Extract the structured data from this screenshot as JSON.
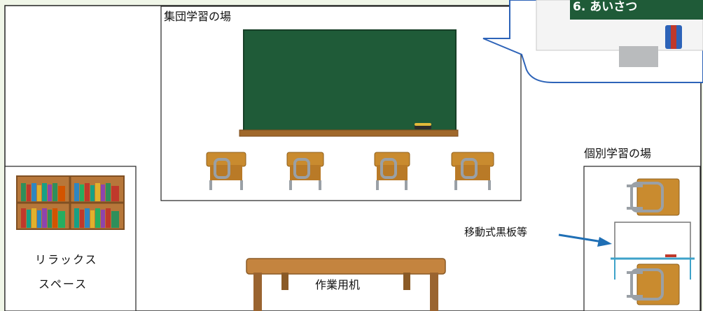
{
  "labels": {
    "group_area": "集団学習の場",
    "individual_area": "個別学習の場",
    "relax_line1": "リラックス",
    "relax_line2": "スペース",
    "work_desk": "作業用机",
    "mobile_board": "移動式黒板等",
    "bubble_board_text": "6. あいさつ"
  },
  "colors": {
    "background": "#ffffff",
    "frame": "#f0f6e8",
    "chalkboard": "#1f5b38",
    "chalk_tray": "#a0682b",
    "desk_top": "#c98b2f",
    "desk_leg": "#9aa0a6",
    "work_table": "#c4843f",
    "arrow": "#1f6fb5",
    "bubble_border": "#2d63b8"
  },
  "icons": [
    "chalkboard",
    "school-desk",
    "bookshelf",
    "work-table",
    "mobile-whiteboard",
    "eraser-icon"
  ]
}
